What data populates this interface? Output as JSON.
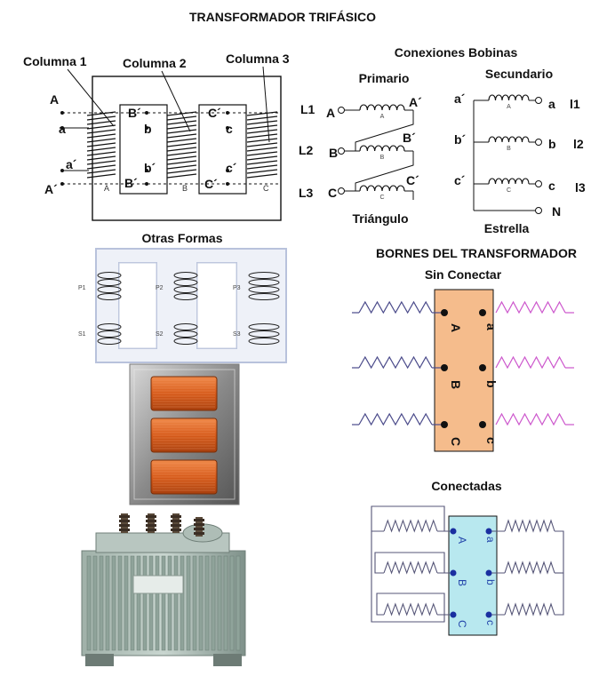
{
  "title": "TRANSFORMADOR TRIFÁSICO",
  "core": {
    "columns": [
      "Columna 1",
      "Columna 2",
      "Columna 3"
    ],
    "terminals": {
      "A": "A",
      "a": "a",
      "a2": "a´",
      "A2": "A´",
      "B": "B´",
      "b": "b",
      "b2": "b´",
      "B2": "B´",
      "C": "C´",
      "c": "c",
      "c2": "c´",
      "C2": "C´"
    },
    "column_letters": [
      "A",
      "B",
      "C"
    ]
  },
  "connections": {
    "title": "Conexiones Bobinas",
    "primary": {
      "title": "Primario",
      "lines": [
        "L1",
        "L2",
        "L3"
      ],
      "starts": [
        "A",
        "B",
        "C"
      ],
      "ends": [
        "A´",
        "B´",
        "C´"
      ],
      "coil_labels": [
        "A",
        "B",
        "C"
      ],
      "caption": "Triángulo"
    },
    "secondary": {
      "title": "Secundario",
      "starts": [
        "a´",
        "b´",
        "c´"
      ],
      "ends": [
        "a",
        "b",
        "c"
      ],
      "lines": [
        "l1",
        "l2",
        "l3"
      ],
      "coil_labels": [
        "A",
        "B",
        "C"
      ],
      "neutral": "N",
      "caption": "Estrella"
    }
  },
  "other_forms": {
    "title": "Otras Formas",
    "primary_labels": [
      "P1",
      "P2",
      "P3"
    ],
    "secondary_labels": [
      "S1",
      "S2",
      "S3"
    ]
  },
  "terminals_section": {
    "title": "BORNES DEL TRANSFORMADOR",
    "unconnected": {
      "title": "Sin Conectar",
      "left": [
        "A",
        "B",
        "C"
      ],
      "right": [
        "a",
        "b",
        "c"
      ],
      "board_color": "#f5bc8c",
      "left_coil_color": "#4a4a8a",
      "right_coil_color": "#cc55cc"
    },
    "connected": {
      "title": "Conectadas",
      "left": [
        "A",
        "B",
        "C"
      ],
      "right": [
        "a",
        "b",
        "c"
      ],
      "board_color": "#b8e8ef",
      "coil_color": "#555577",
      "text_color": "#2244aa"
    }
  }
}
